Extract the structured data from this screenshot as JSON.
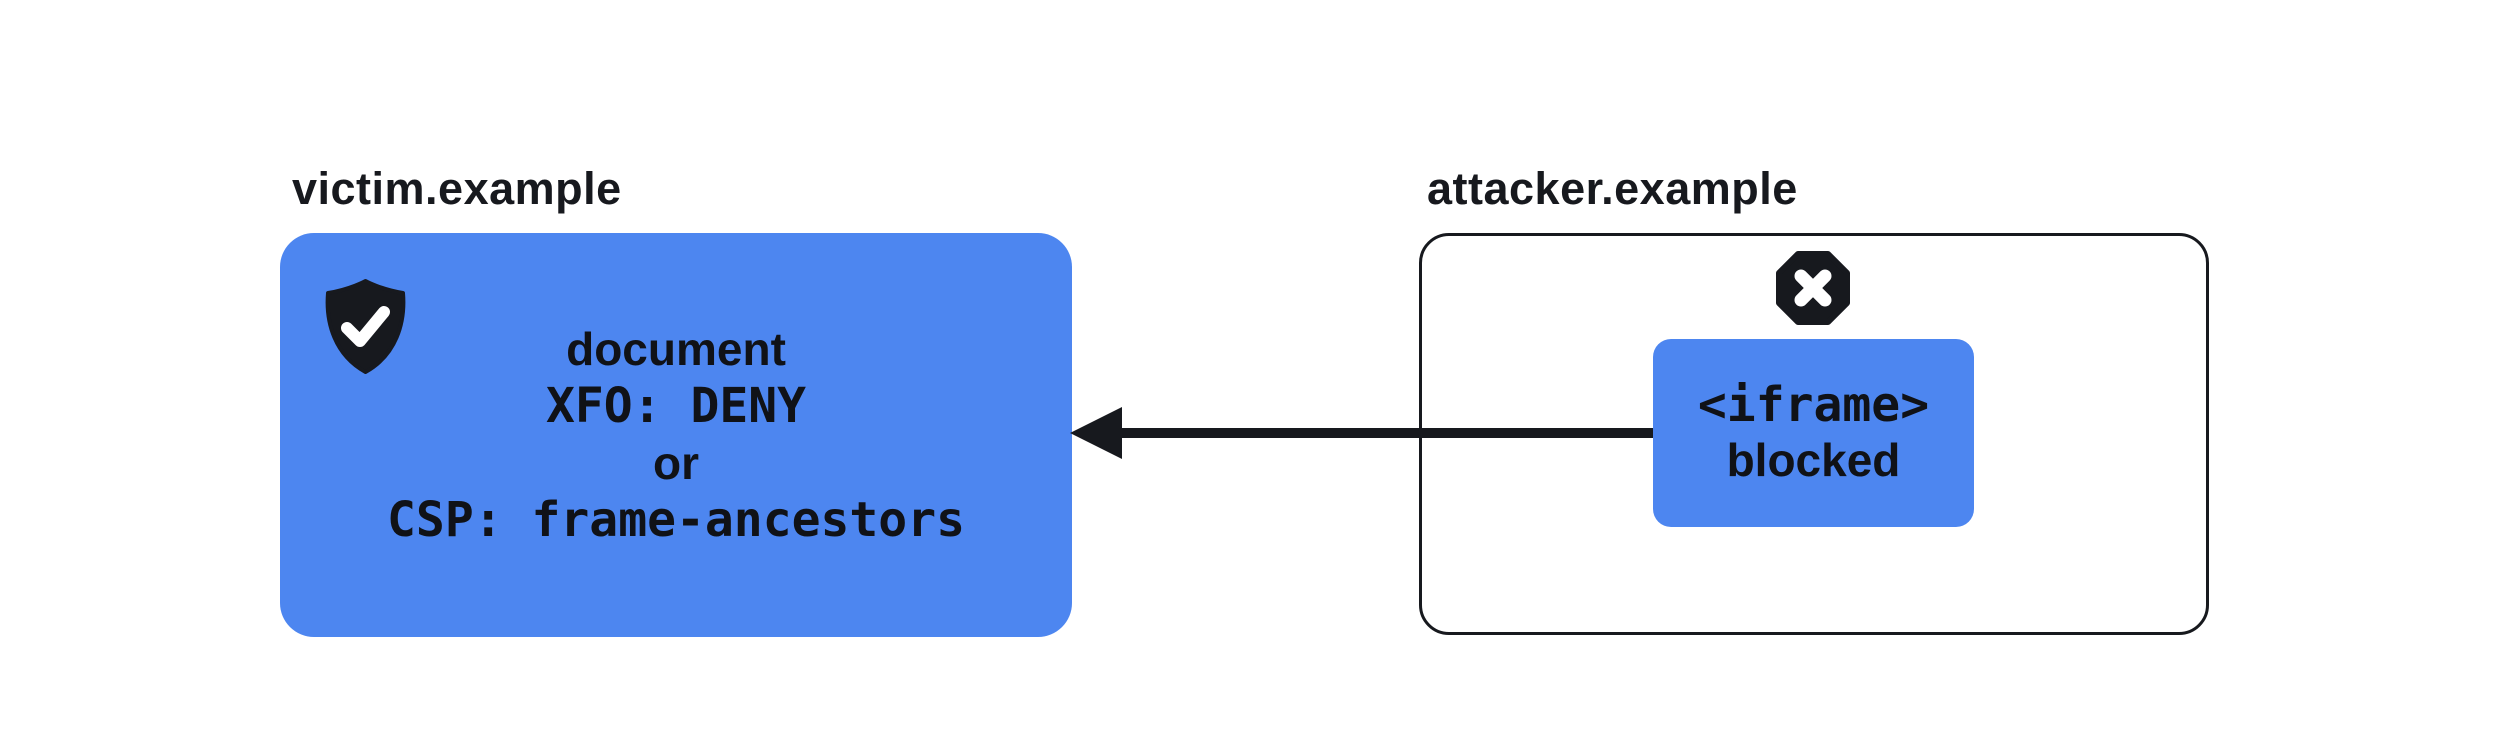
{
  "diagram": {
    "title_semantics": "frame embedding blocked by response headers",
    "colors": {
      "accent_blue": "#4d86f0",
      "ink": "#17191e",
      "background": "#ffffff",
      "icon_glyph_white": "#ffffff"
    },
    "victim": {
      "label": "victim.example",
      "icon": "shield-check-icon",
      "lines": [
        {
          "text": "document"
        },
        {
          "text": "XFO: DENY"
        },
        {
          "text": "or"
        },
        {
          "text": "CSP: frame-ancestors"
        }
      ]
    },
    "attacker": {
      "label": "attacker.example",
      "icon": "blocked-cross-icon",
      "iframe_box": {
        "lines": [
          {
            "text": "<iframe>"
          },
          {
            "text": "blocked"
          }
        ]
      }
    },
    "arrow": {
      "from": "attacker.example",
      "to": "victim.example",
      "direction": "right-to-left"
    }
  }
}
